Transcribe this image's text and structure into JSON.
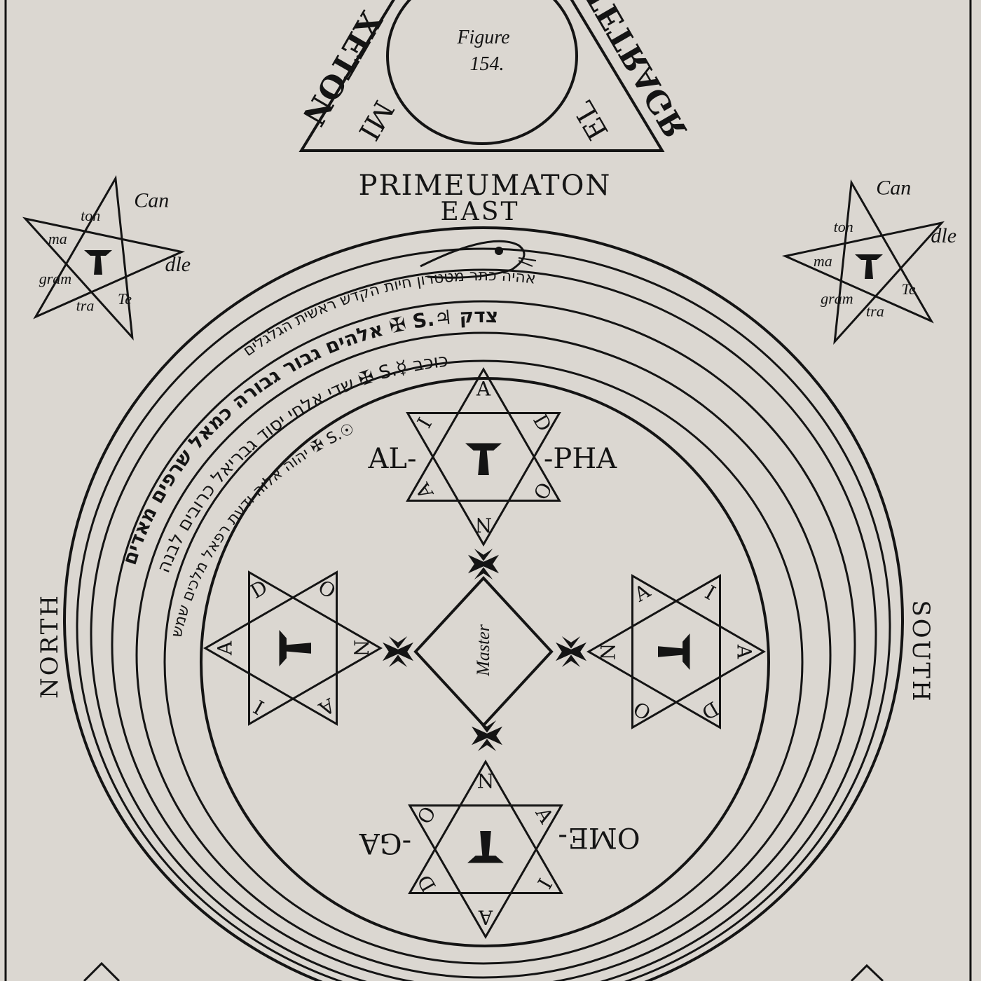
{
  "figure": {
    "label": "Figure",
    "number": "154."
  },
  "triangle": {
    "left_outer": "XETON",
    "right_outer": "TETRAGR",
    "left_inner": "MI",
    "right_inner": "EL"
  },
  "primeumaton": "PRIMEUMATON",
  "directions": {
    "east": "EAST",
    "north": "NORTH",
    "south": "SOUTH"
  },
  "pentagram_left": {
    "words": [
      "Can",
      "dle",
      "Te",
      "tra",
      "gram",
      "ma",
      "ton"
    ]
  },
  "pentagram_right": {
    "words": [
      "Can",
      "dle",
      "Te",
      "tra",
      "gram",
      "ma",
      "ton"
    ]
  },
  "hexagram_letters": [
    "A",
    "D",
    "O",
    "N",
    "A",
    "I"
  ],
  "alpha": {
    "left": "AL-",
    "right": "-PHA"
  },
  "omega": {
    "left": "-GA",
    "right": "OME-"
  },
  "center": {
    "label": "Master"
  },
  "rings": {
    "serpent": "אהיה כתר מטטרון חיות הקדש ראשית הגלגלים",
    "outer": "אלהים גבור גבורה כמאל שרפים מאדים ✠ S.♃ צדק",
    "middle": "שדי אלחי יסוד גבריאל כרובים לבנה ✠ S.☿ כוכב",
    "inner": "יהוה אלוה ודעת רפאל מלכים שמש ✠ S.☉"
  },
  "colors": {
    "paper": "#dbd7d1",
    "ink": "#141414"
  }
}
